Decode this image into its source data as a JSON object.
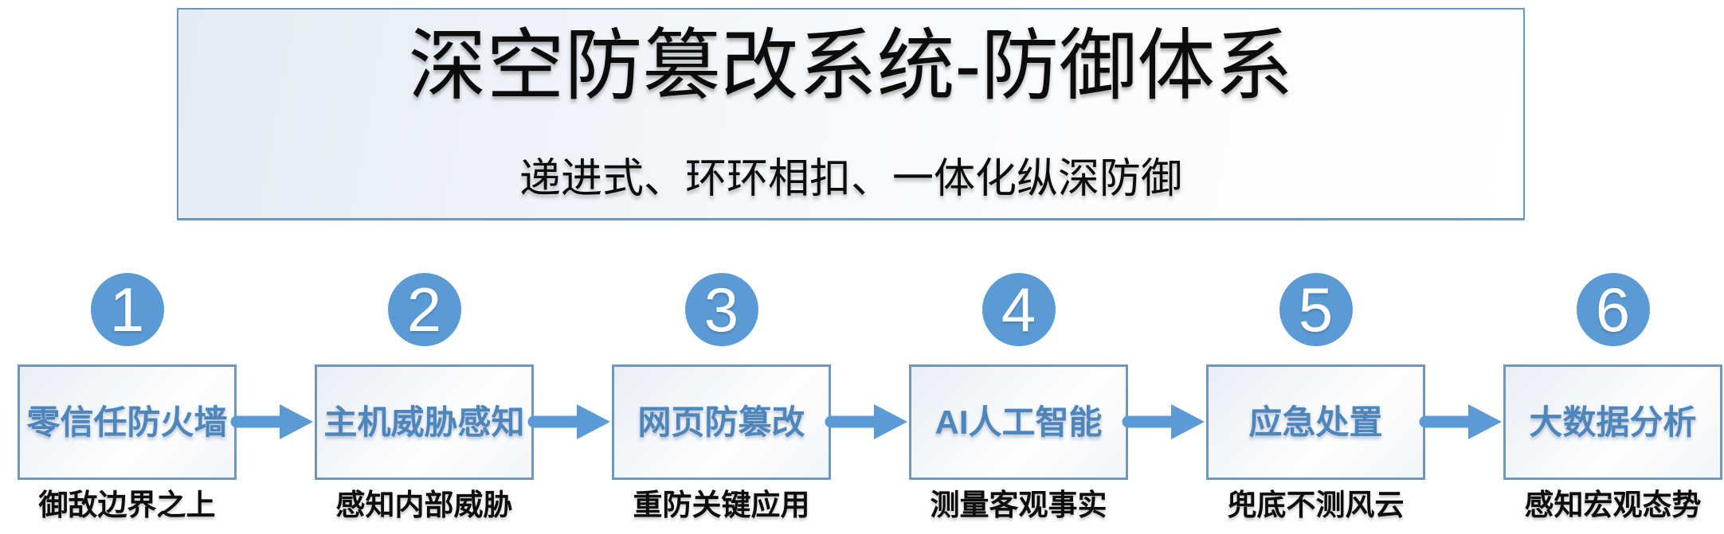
{
  "header": {
    "title": "深空防篡改系统-防御体系",
    "subtitle": "递进式、环环相扣、一体化纵深防御"
  },
  "steps": [
    {
      "number": "1",
      "label": "零信任防火墙",
      "caption": "御敌边界之上"
    },
    {
      "number": "2",
      "label": "主机威胁感知",
      "caption": "感知内部威胁"
    },
    {
      "number": "3",
      "label": "网页防篡改",
      "caption": "重防关键应用"
    },
    {
      "number": "4",
      "label": "AI人工智能",
      "caption": "测量客观事实"
    },
    {
      "number": "5",
      "label": "应急处置",
      "caption": "兜底不测风云"
    },
    {
      "number": "6",
      "label": "大数据分析",
      "caption": "感知宏观态势"
    }
  ],
  "colors": {
    "accent_blue": "#5b9bd5",
    "label_blue": "#4d86bd",
    "box_border": "#6f97bc",
    "text_black": "#0c0c0c"
  }
}
